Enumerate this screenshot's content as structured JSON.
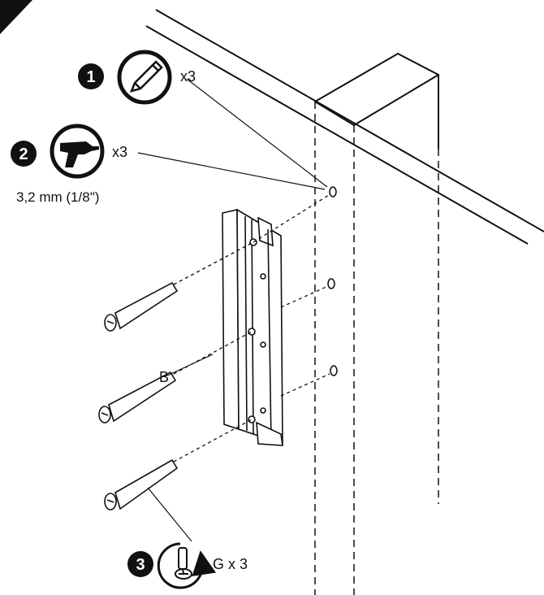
{
  "steps": {
    "step1": {
      "number": "1",
      "tool_icon": "pencil-icon",
      "quantity": "x3"
    },
    "step2": {
      "number": "2",
      "tool_icon": "drill-icon",
      "quantity": "x3",
      "drill_size": "3,2 mm (1/8\")"
    },
    "step3": {
      "number": "3",
      "tool_icon": "screwdriver-rotate-icon",
      "quantity": "G x 3"
    }
  },
  "part_label": "B",
  "colors": {
    "line": "#111111",
    "background": "#ffffff"
  }
}
